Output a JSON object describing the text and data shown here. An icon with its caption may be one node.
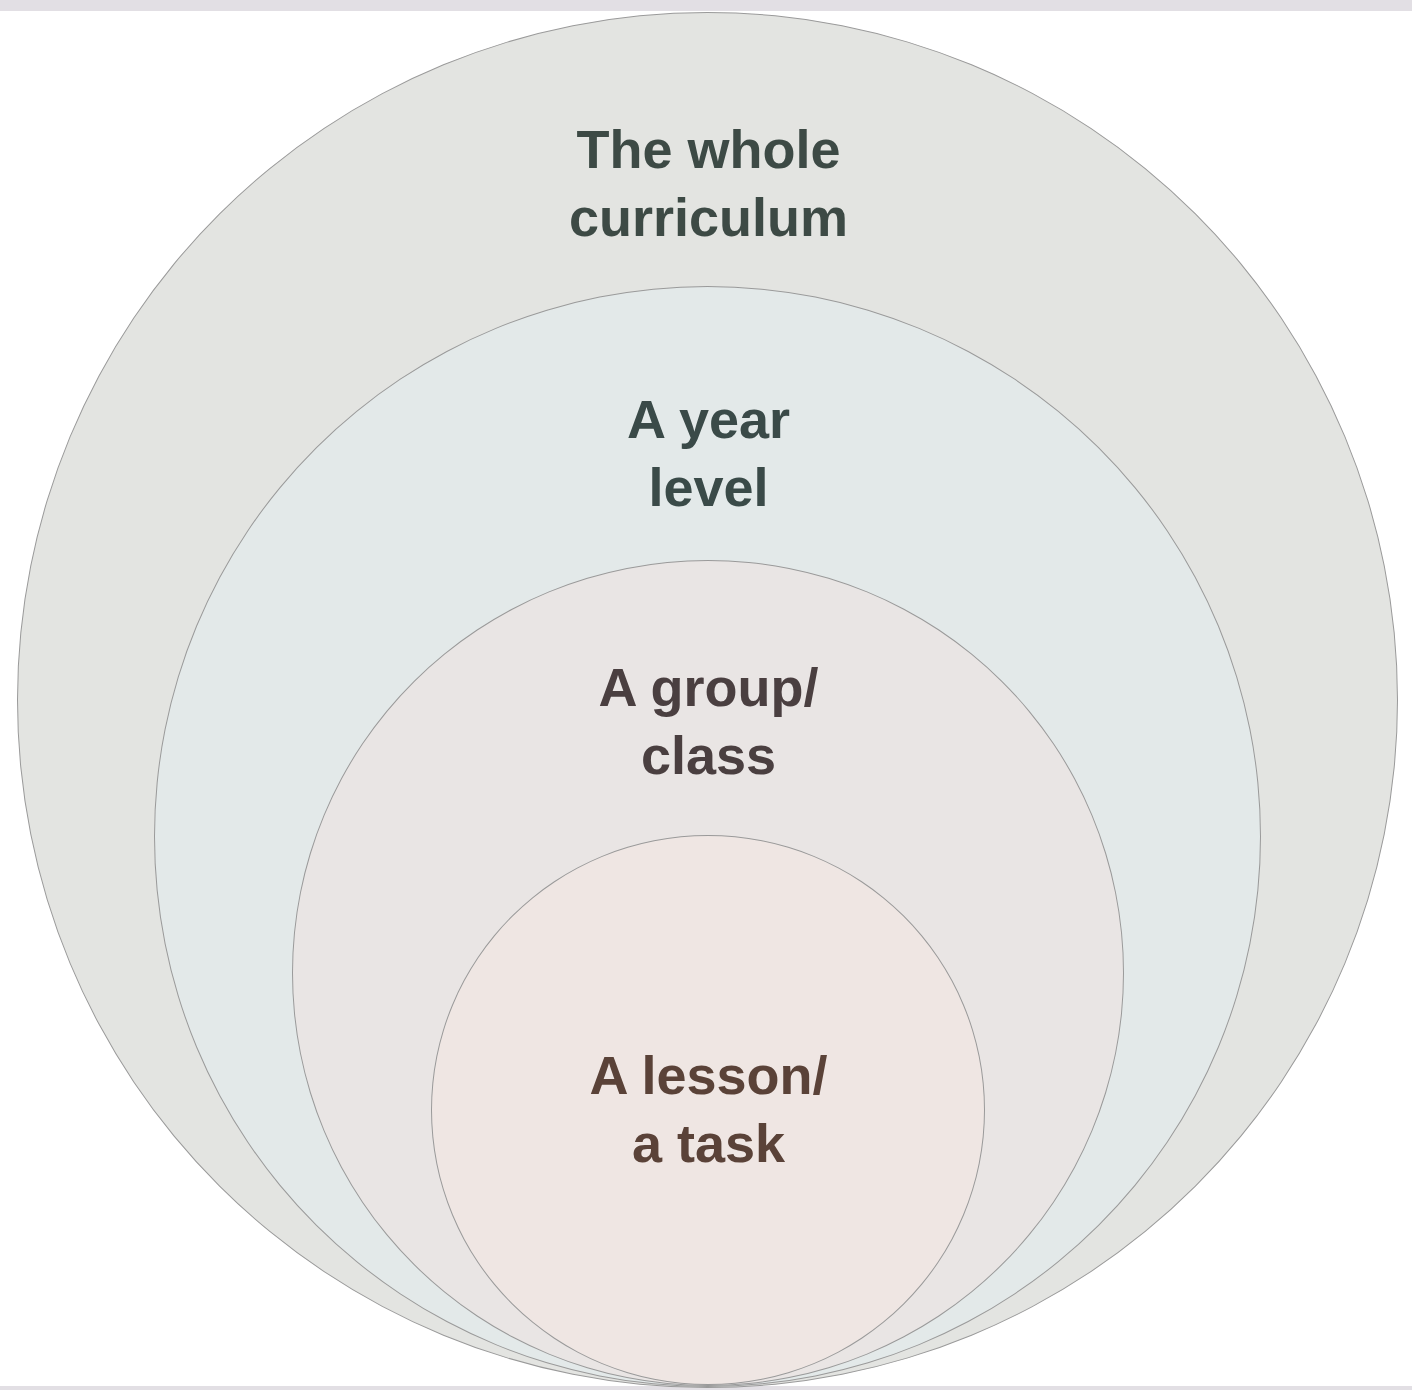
{
  "diagram": {
    "nodes": [
      {
        "text": [
          "The whole curriculum"
        ]
      },
      {
        "text": [
          "A year level"
        ],
        "in": 0
      },
      {
        "text": [
          "A group/ class"
        ],
        "in": 1
      },
      {
        "text": [
          "A lesson/ a task"
        ],
        "in": 2
      }
    ]
  }
}
